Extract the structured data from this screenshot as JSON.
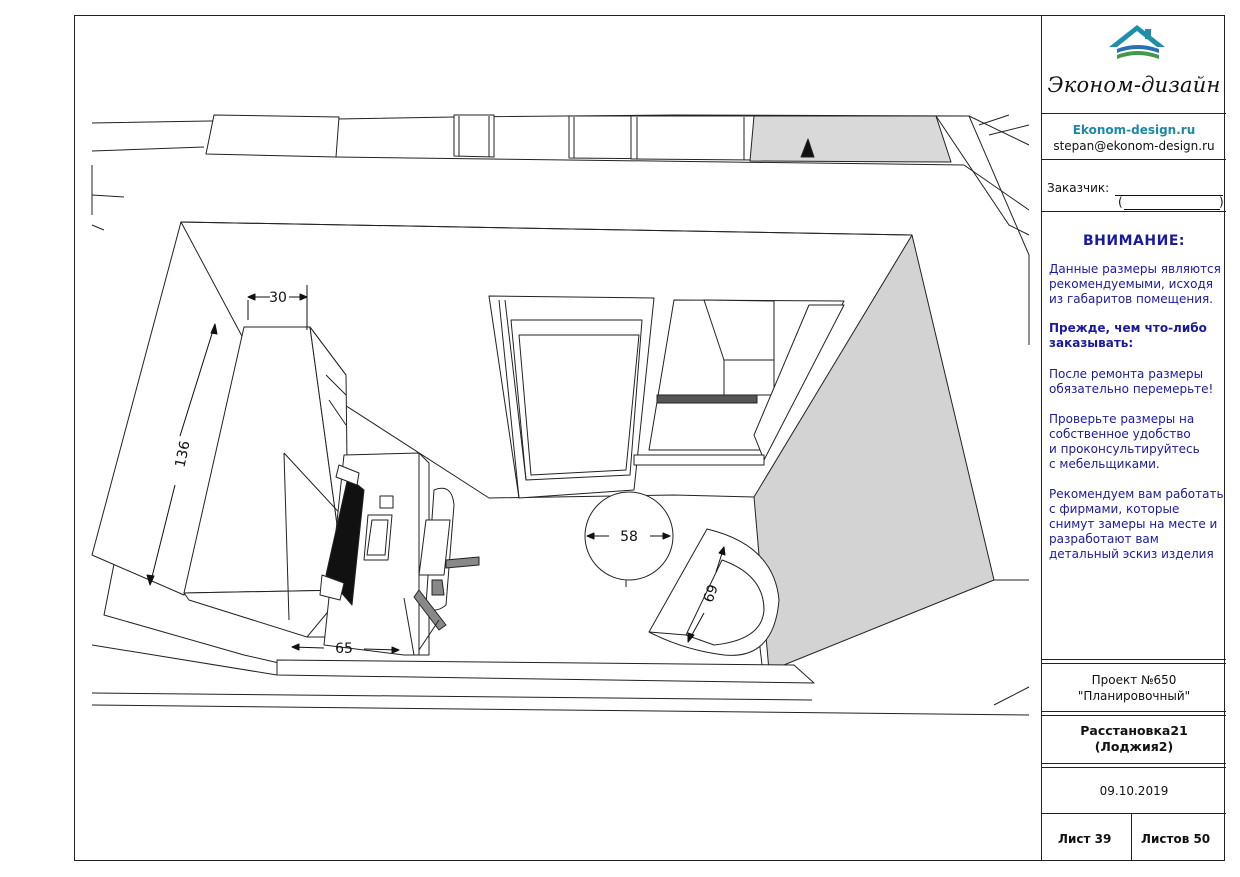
{
  "brand": {
    "logo_text": "Эконом-дизайн",
    "site": "Ekonom-design.ru",
    "email": "stepan@ekonom-design.ru",
    "colors": {
      "roof": "#1f8ea8",
      "stripe_blue": "#2a6fb0",
      "stripe_green": "#3f9a4a",
      "site_text": "#1f87a8"
    }
  },
  "customer": {
    "label": "Заказчик:"
  },
  "attention": {
    "title": "ВНИМАНИЕ:",
    "p1_lines": [
      "Данные размеры являются",
      "рекомендуемыми, исходя",
      "из габаритов помещения."
    ],
    "p2_lines": [
      "Прежде, чем что-либо",
      "заказывать:"
    ],
    "p3_lines": [
      "После ремонта размеры",
      "обязательно перемерьте!"
    ],
    "p4_lines": [
      "Проверьте размеры на",
      "собственное удобство",
      "и проконсультируйтесь",
      "с мебельщиками."
    ],
    "p5_lines": [
      "Рекомендуем вам работать",
      "с фирмами, которые",
      "снимут замеры на месте и",
      "разработают вам",
      "детальный эскиз изделия"
    ],
    "text_color": "#1a1aa0"
  },
  "project": {
    "number": "Проект №650",
    "name": "\"Планировочный\""
  },
  "layout_title": {
    "line1": "Расстановка21",
    "line2": "(Лоджия2)"
  },
  "date": "09.10.2019",
  "sheet": {
    "current_label": "Лист  39",
    "total_label": "Листов 50"
  },
  "drawing": {
    "dimensions": {
      "cabinet_depth": "30",
      "cabinet_length": "136",
      "desk_width": "65",
      "table_diameter": "58",
      "chair_size": "69"
    }
  }
}
